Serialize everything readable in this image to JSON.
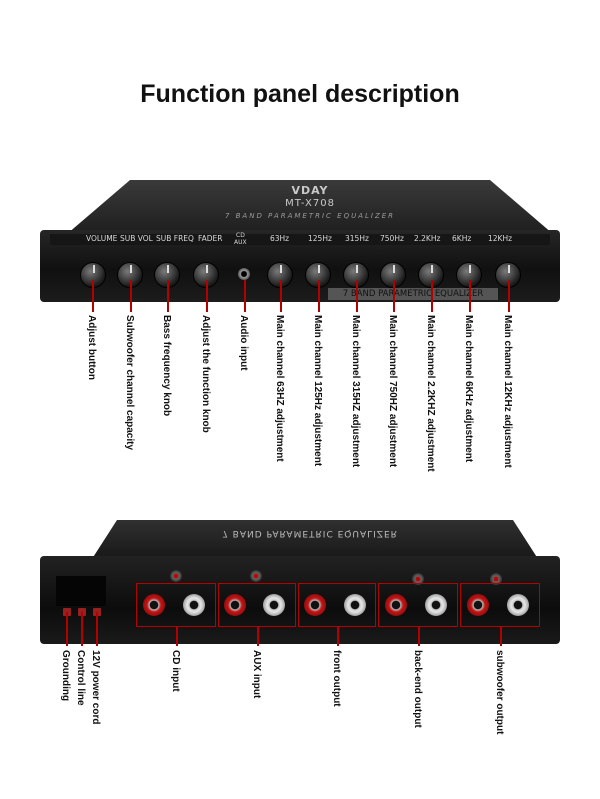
{
  "title": "Function panel description",
  "front": {
    "brand": "VDAY",
    "model": "MT-X708",
    "top_subtitle": "7 BAND PARAMETRIC EQUALIZER",
    "band_label": "7 BAND PARAMETRIC EQUALIZER",
    "panel_labels": [
      "VOLUME",
      "SUB VOL",
      "SUB FREQ",
      "FADER",
      "CD",
      "AUX",
      "63Hz",
      "125Hz",
      "315Hz",
      "750Hz",
      "2.2KHz",
      "6KHz",
      "12KHz"
    ],
    "callouts": [
      "Adjust button",
      "Subwoofer channel capacity",
      "Bass frequency knob",
      "Adjust the function knob",
      "Audio input",
      "Main channel 63HZ adjustment",
      "Main channel 125Hz adjustment",
      "Main channel 315HZ adjustment",
      "Main channel 750HZ adjustment",
      "Main channel 2.2KHZ adjustment",
      "Main channel 6KHz adjustment",
      "Main channel 12KHz adjustment"
    ]
  },
  "rear": {
    "top_text": "7 BAND PARAMETRIC EQUALIZER",
    "callouts": [
      "Grounding",
      "Control line",
      "12V power cord",
      "CD input",
      "AUX input",
      "front output",
      "back-end output",
      "subwoofer output"
    ]
  },
  "colors": {
    "callout_line": "#b30000",
    "unit_body": "#151515"
  }
}
